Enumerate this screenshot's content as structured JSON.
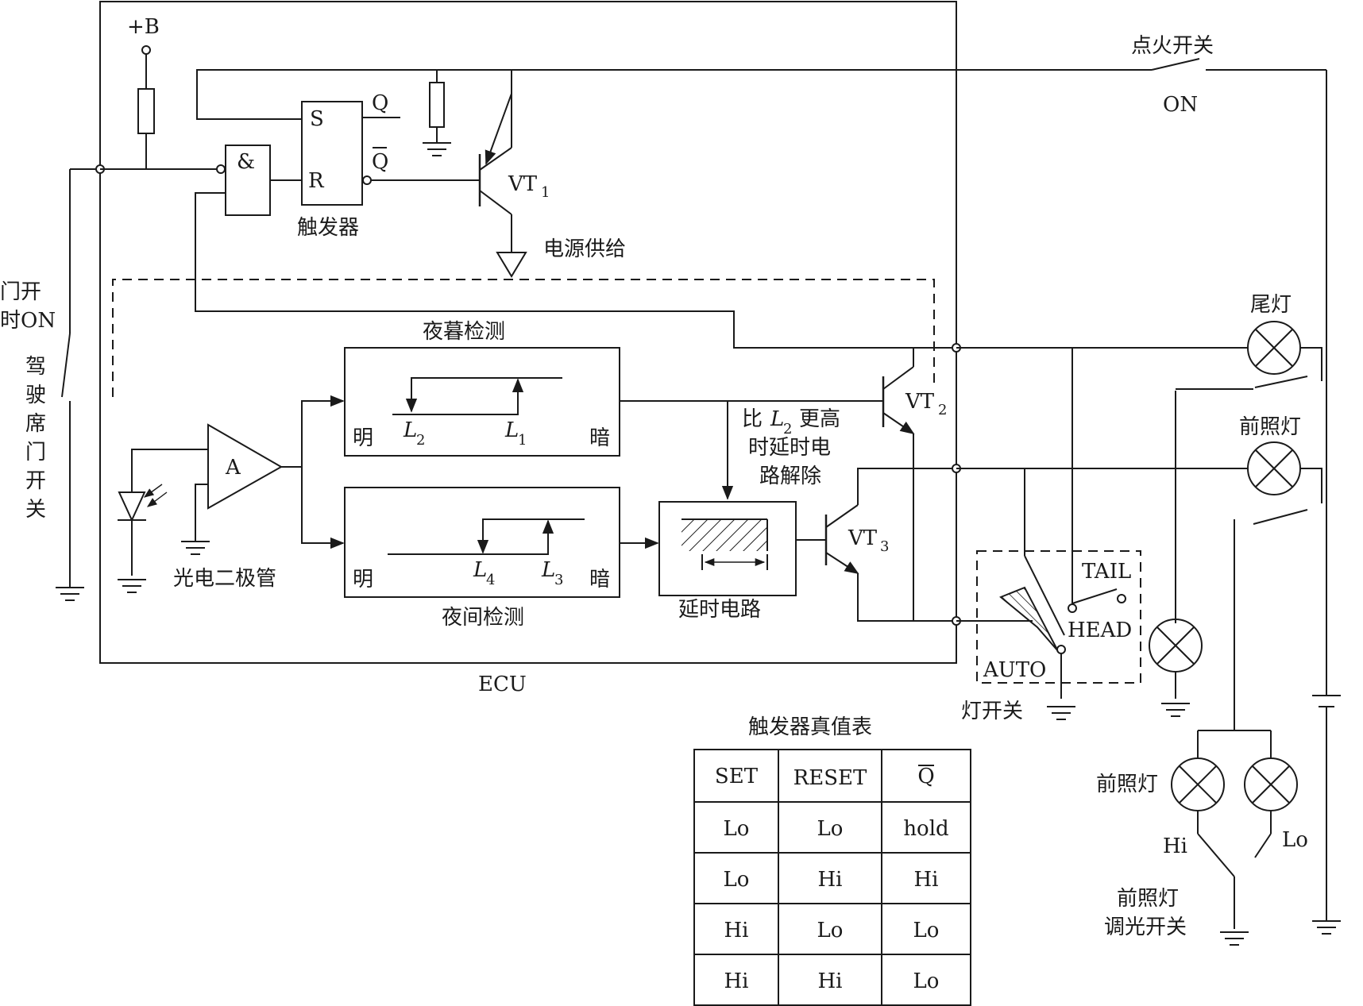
{
  "labels": {
    "plus_b": "+B",
    "ignition_switch": "点火开关",
    "on": "ON",
    "door_open_line1": "门开",
    "door_open_line2": "时ON",
    "driver_door_switch_chars": [
      "驾",
      "驶",
      "席",
      "门",
      "开",
      "关"
    ],
    "and_gate": "&",
    "flipflop_s": "S",
    "flipflop_r": "R",
    "flipflop_q": "Q",
    "flipflop_qbar": "Q",
    "flipflop_name": "触发器",
    "vt1": "VT",
    "vt1_sub": "1",
    "power_supply": "电源供给",
    "dusk_detect": "夜暮检测",
    "night_detect": "夜间检测",
    "bright": "明",
    "dark": "暗",
    "l1": "L",
    "l1_sub": "1",
    "l2": "L",
    "l2_sub": "2",
    "l3": "L",
    "l3_sub": "3",
    "l4": "L",
    "l4_sub": "4",
    "amp": "A",
    "photodiode": "光电二极管",
    "vt2": "VT",
    "vt2_sub": "2",
    "vt3": "VT",
    "vt3_sub": "3",
    "note_line1_pre": "比",
    "note_l": "L",
    "note_l_sub": "2",
    "note_line1_post": "更高",
    "note_line2": "时延时电",
    "note_line3": "路解除",
    "delay_circuit": "延时电路",
    "ecu": "ECU",
    "tail_lamp": "尾灯",
    "headlamp": "前照灯",
    "tail": "TAIL",
    "head": "HEAD",
    "auto": "AUTO",
    "light_switch": "灯开关",
    "headlamp2": "前照灯",
    "hi": "Hi",
    "lo": "Lo",
    "dimmer_line1": "前照灯",
    "dimmer_line2": "调光开关"
  },
  "truth_table": {
    "title": "触发器真值表",
    "headers": [
      "SET",
      "RESET",
      "Q"
    ],
    "rows": [
      [
        "Lo",
        "Lo",
        "hold"
      ],
      [
        "Lo",
        "Hi",
        "Hi"
      ],
      [
        "Hi",
        "Lo",
        "Lo"
      ],
      [
        "Hi",
        "Hi",
        "Lo"
      ]
    ]
  }
}
